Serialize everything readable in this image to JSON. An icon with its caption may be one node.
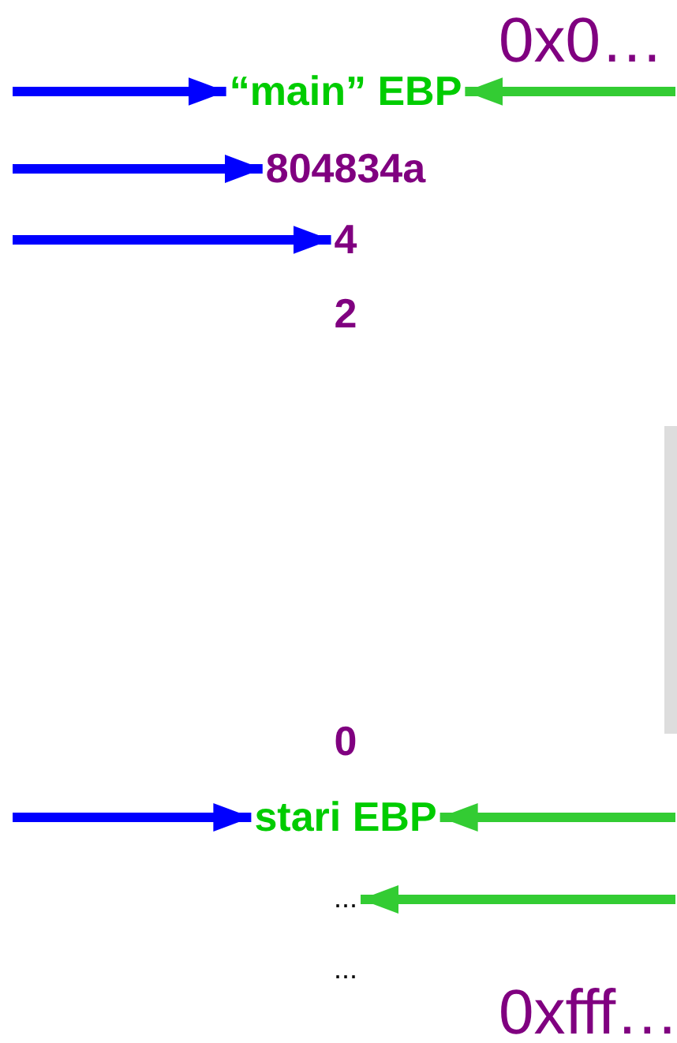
{
  "diagram": {
    "nodes": [
      {
        "text": [
          "“main” EBP"
        ]
      },
      {
        "text": [
          "804834a"
        ]
      },
      {
        "text": [
          "4"
        ]
      },
      {
        "text": [
          "2"
        ]
      },
      {
        "text": [
          "0"
        ]
      },
      {
        "text": [
          "stari EBP"
        ]
      },
      {
        "text": [
          "..."
        ]
      },
      {
        "text": [
          "..."
        ]
      }
    ],
    "edges": [
      {
        "from": null,
        "to": 0,
        "arrow": "to"
      },
      {
        "from": null,
        "to": 1,
        "arrow": "to"
      },
      {
        "from": null,
        "to": 2,
        "arrow": "to"
      },
      {
        "from": null,
        "to": 5,
        "arrow": "to"
      },
      {
        "from": null,
        "to": 0,
        "arrow": "to",
        "color": "#33cc33"
      },
      {
        "from": null,
        "to": 5,
        "arrow": "to",
        "color": "#33cc33"
      },
      {
        "from": null,
        "to": 6,
        "arrow": "to",
        "color": "#33cc33"
      }
    ],
    "labels": [
      "0x0…",
      "0xfff…"
    ]
  }
}
